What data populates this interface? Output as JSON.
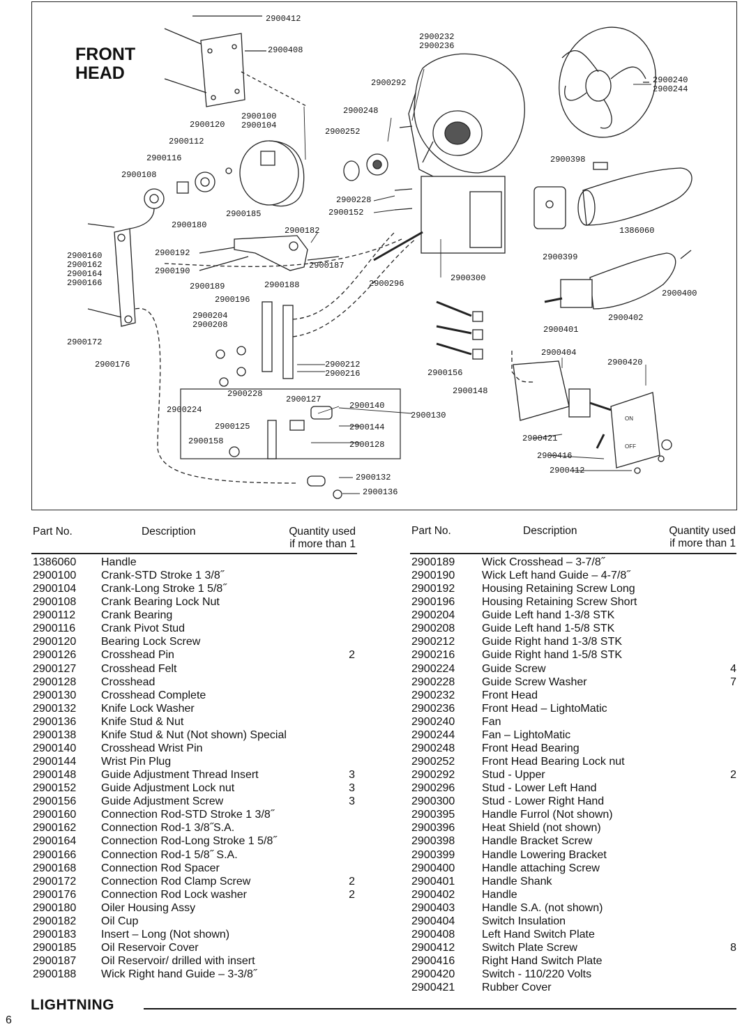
{
  "diagram": {
    "title_line1": "FRONT",
    "title_line2": "HEAD",
    "callouts": [
      {
        "id": "c01",
        "text": "2900412"
      },
      {
        "id": "c02",
        "text": "2900408"
      },
      {
        "id": "c03",
        "text": "2900232\n2900236"
      },
      {
        "id": "c04",
        "text": "2900240\n2900244"
      },
      {
        "id": "c05",
        "text": "2900292"
      },
      {
        "id": "c06",
        "text": "2900100\n2900104"
      },
      {
        "id": "c07",
        "text": "2900120"
      },
      {
        "id": "c08",
        "text": "2900248"
      },
      {
        "id": "c09",
        "text": "2900112"
      },
      {
        "id": "c10",
        "text": "2900252"
      },
      {
        "id": "c11",
        "text": "2900116"
      },
      {
        "id": "c12",
        "text": "2900398"
      },
      {
        "id": "c13",
        "text": "2900108"
      },
      {
        "id": "c14",
        "text": "2900228"
      },
      {
        "id": "c15",
        "text": "2900152"
      },
      {
        "id": "c16",
        "text": "2900185"
      },
      {
        "id": "c17",
        "text": "2900180"
      },
      {
        "id": "c18",
        "text": "2900182"
      },
      {
        "id": "c19",
        "text": "1386060"
      },
      {
        "id": "c20",
        "text": "2900160\n2900162\n2900164\n2900166"
      },
      {
        "id": "c21",
        "text": "2900192"
      },
      {
        "id": "c22",
        "text": "2900190"
      },
      {
        "id": "c23",
        "text": "2900187"
      },
      {
        "id": "c24",
        "text": "2900399"
      },
      {
        "id": "c25",
        "text": "2900189"
      },
      {
        "id": "c26",
        "text": "2900188"
      },
      {
        "id": "c27",
        "text": "2900296"
      },
      {
        "id": "c28",
        "text": "2900300"
      },
      {
        "id": "c29",
        "text": "2900400"
      },
      {
        "id": "c30",
        "text": "2900196"
      },
      {
        "id": "c31",
        "text": "2900204\n2900208"
      },
      {
        "id": "c32",
        "text": "2900402"
      },
      {
        "id": "c33",
        "text": "2900401"
      },
      {
        "id": "c34",
        "text": "2900172"
      },
      {
        "id": "c35",
        "text": "2900404"
      },
      {
        "id": "c36",
        "text": "2900420"
      },
      {
        "id": "c37",
        "text": "2900176"
      },
      {
        "id": "c38",
        "text": "2900212\n2900216"
      },
      {
        "id": "c39",
        "text": "2900156"
      },
      {
        "id": "c40",
        "text": "2900148"
      },
      {
        "id": "c41",
        "text": "2900228"
      },
      {
        "id": "c42",
        "text": "2900127"
      },
      {
        "id": "c43",
        "text": "2900224"
      },
      {
        "id": "c44",
        "text": "2900140"
      },
      {
        "id": "c45",
        "text": "2900130"
      },
      {
        "id": "c46",
        "text": "2900125"
      },
      {
        "id": "c47",
        "text": "2900144"
      },
      {
        "id": "c48",
        "text": "2900158"
      },
      {
        "id": "c49",
        "text": "2900128"
      },
      {
        "id": "c50",
        "text": "2900421"
      },
      {
        "id": "c51",
        "text": "2900416"
      },
      {
        "id": "c52",
        "text": "2900412"
      },
      {
        "id": "c53",
        "text": "2900132"
      },
      {
        "id": "c54",
        "text": "2900136"
      }
    ],
    "switch_on": "ON",
    "switch_off": "OFF"
  },
  "table": {
    "headers": {
      "part_no": "Part No.",
      "description": "Description",
      "quantity_line1": "Quantity used",
      "quantity_line2": "if more than 1"
    },
    "left": [
      {
        "part": "1386060",
        "desc": "Handle",
        "qty": ""
      },
      {
        "part": "2900100",
        "desc": "Crank-STD Stroke 1 3/8˝",
        "qty": ""
      },
      {
        "part": "2900104",
        "desc": "Crank-Long Stroke 1 5/8˝",
        "qty": ""
      },
      {
        "part": "2900108",
        "desc": "Crank Bearing Lock Nut",
        "qty": ""
      },
      {
        "part": "2900112",
        "desc": "Crank Bearing",
        "qty": ""
      },
      {
        "part": "2900116",
        "desc": "Crank Pivot Stud",
        "qty": ""
      },
      {
        "part": "2900120",
        "desc": "Bearing Lock Screw",
        "qty": ""
      },
      {
        "part": "2900126",
        "desc": "Crosshead Pin",
        "qty": "2"
      },
      {
        "part": "2900127",
        "desc": "Crosshead Felt",
        "qty": ""
      },
      {
        "part": "2900128",
        "desc": "Crosshead",
        "qty": ""
      },
      {
        "part": "2900130",
        "desc": "Crosshead Complete",
        "qty": ""
      },
      {
        "part": "2900132",
        "desc": "Knife Lock Washer",
        "qty": ""
      },
      {
        "part": "2900136",
        "desc": "Knife Stud & Nut",
        "qty": ""
      },
      {
        "part": "2900138",
        "desc": "Knife Stud & Nut (Not shown) Special",
        "qty": ""
      },
      {
        "part": "2900140",
        "desc": "Crosshead Wrist Pin",
        "qty": ""
      },
      {
        "part": "2900144",
        "desc": "Wrist Pin Plug",
        "qty": ""
      },
      {
        "part": "2900148",
        "desc": "Guide Adjustment Thread Insert",
        "qty": "3"
      },
      {
        "part": "2900152",
        "desc": "Guide Adjustment Lock nut",
        "qty": "3"
      },
      {
        "part": "2900156",
        "desc": "Guide Adjustment Screw",
        "qty": "3"
      },
      {
        "part": "2900160",
        "desc": "Connection Rod-STD Stroke 1 3/8˝",
        "qty": ""
      },
      {
        "part": "2900162",
        "desc": "Connection Rod-1 3/8˝S.A.",
        "qty": ""
      },
      {
        "part": "2900164",
        "desc": "Connection Rod-Long Stroke 1 5/8˝",
        "qty": ""
      },
      {
        "part": "2900166",
        "desc": "Connection Rod-1 5/8˝ S.A.",
        "qty": ""
      },
      {
        "part": "2900168",
        "desc": "Connection Rod Spacer",
        "qty": ""
      },
      {
        "part": "2900172",
        "desc": "Connection Rod Clamp Screw",
        "qty": "2"
      },
      {
        "part": "2900176",
        "desc": "Connection Rod Lock washer",
        "qty": "2"
      },
      {
        "part": "2900180",
        "desc": "Oiler Housing Assy",
        "qty": ""
      },
      {
        "part": "2900182",
        "desc": "Oil Cup",
        "qty": ""
      },
      {
        "part": "2900183",
        "desc": "Insert – Long (Not shown)",
        "qty": ""
      },
      {
        "part": "2900185",
        "desc": "Oil Reservoir Cover",
        "qty": ""
      },
      {
        "part": "2900187",
        "desc": "Oil Reservoir/ drilled with insert",
        "qty": ""
      },
      {
        "part": "2900188",
        "desc": "Wick Right hand Guide – 3-3/8˝",
        "qty": ""
      }
    ],
    "right": [
      {
        "part": "2900189",
        "desc": "Wick Crosshead – 3-7/8˝",
        "qty": ""
      },
      {
        "part": "2900190",
        "desc": "Wick Left hand Guide – 4-7/8˝",
        "qty": ""
      },
      {
        "part": "2900192",
        "desc": "Housing Retaining Screw Long",
        "qty": ""
      },
      {
        "part": "2900196",
        "desc": "Housing Retaining Screw Short",
        "qty": ""
      },
      {
        "part": "2900204",
        "desc": "Guide Left hand 1-3/8 STK",
        "qty": ""
      },
      {
        "part": "2900208",
        "desc": "Guide Left hand 1-5/8 STK",
        "qty": ""
      },
      {
        "part": "2900212",
        "desc": "Guide Right hand 1-3/8 STK",
        "qty": ""
      },
      {
        "part": "2900216",
        "desc": "Guide Right hand 1-5/8 STK",
        "qty": ""
      },
      {
        "part": "2900224",
        "desc": "Guide Screw",
        "qty": "4"
      },
      {
        "part": "2900228",
        "desc": "Guide Screw  Washer",
        "qty": "7"
      },
      {
        "part": "2900232",
        "desc": "Front Head",
        "qty": ""
      },
      {
        "part": "2900236",
        "desc": "Front Head – LightoMatic",
        "qty": ""
      },
      {
        "part": "2900240",
        "desc": "Fan",
        "qty": ""
      },
      {
        "part": "2900244",
        "desc": "Fan – LightoMatic",
        "qty": ""
      },
      {
        "part": "2900248",
        "desc": "Front Head Bearing",
        "qty": ""
      },
      {
        "part": "2900252",
        "desc": "Front Head Bearing Lock nut",
        "qty": ""
      },
      {
        "part": "2900292",
        "desc": "Stud - Upper",
        "qty": "2"
      },
      {
        "part": "2900296",
        "desc": "Stud - Lower Left Hand",
        "qty": ""
      },
      {
        "part": "2900300",
        "desc": "Stud - Lower Right Hand",
        "qty": ""
      },
      {
        "part": "2900395",
        "desc": "Handle Furrol (Not shown)",
        "qty": ""
      },
      {
        "part": "2900396",
        "desc": "Heat Shield (not shown)",
        "qty": ""
      },
      {
        "part": "2900398",
        "desc": "Handle Bracket Screw",
        "qty": ""
      },
      {
        "part": "2900399",
        "desc": "Handle Lowering Bracket",
        "qty": ""
      },
      {
        "part": "2900400",
        "desc": "Handle attaching Screw",
        "qty": ""
      },
      {
        "part": "2900401",
        "desc": "Handle Shank",
        "qty": ""
      },
      {
        "part": "2900402",
        "desc": "Handle",
        "qty": ""
      },
      {
        "part": "2900403",
        "desc": "Handle S.A. (not shown)",
        "qty": ""
      },
      {
        "part": "2900404",
        "desc": "Switch Insulation",
        "qty": ""
      },
      {
        "part": "2900408",
        "desc": "Left Hand Switch Plate",
        "qty": ""
      },
      {
        "part": "2900412",
        "desc": "Switch Plate Screw",
        "qty": "8"
      },
      {
        "part": "2900416",
        "desc": "Right Hand Switch Plate",
        "qty": ""
      },
      {
        "part": "2900420",
        "desc": "Switch - 110/220 Volts",
        "qty": ""
      },
      {
        "part": "2900421",
        "desc": "Rubber Cover",
        "qty": ""
      }
    ]
  },
  "footer": {
    "brand": "LIGHTNING",
    "page_number": "6"
  }
}
